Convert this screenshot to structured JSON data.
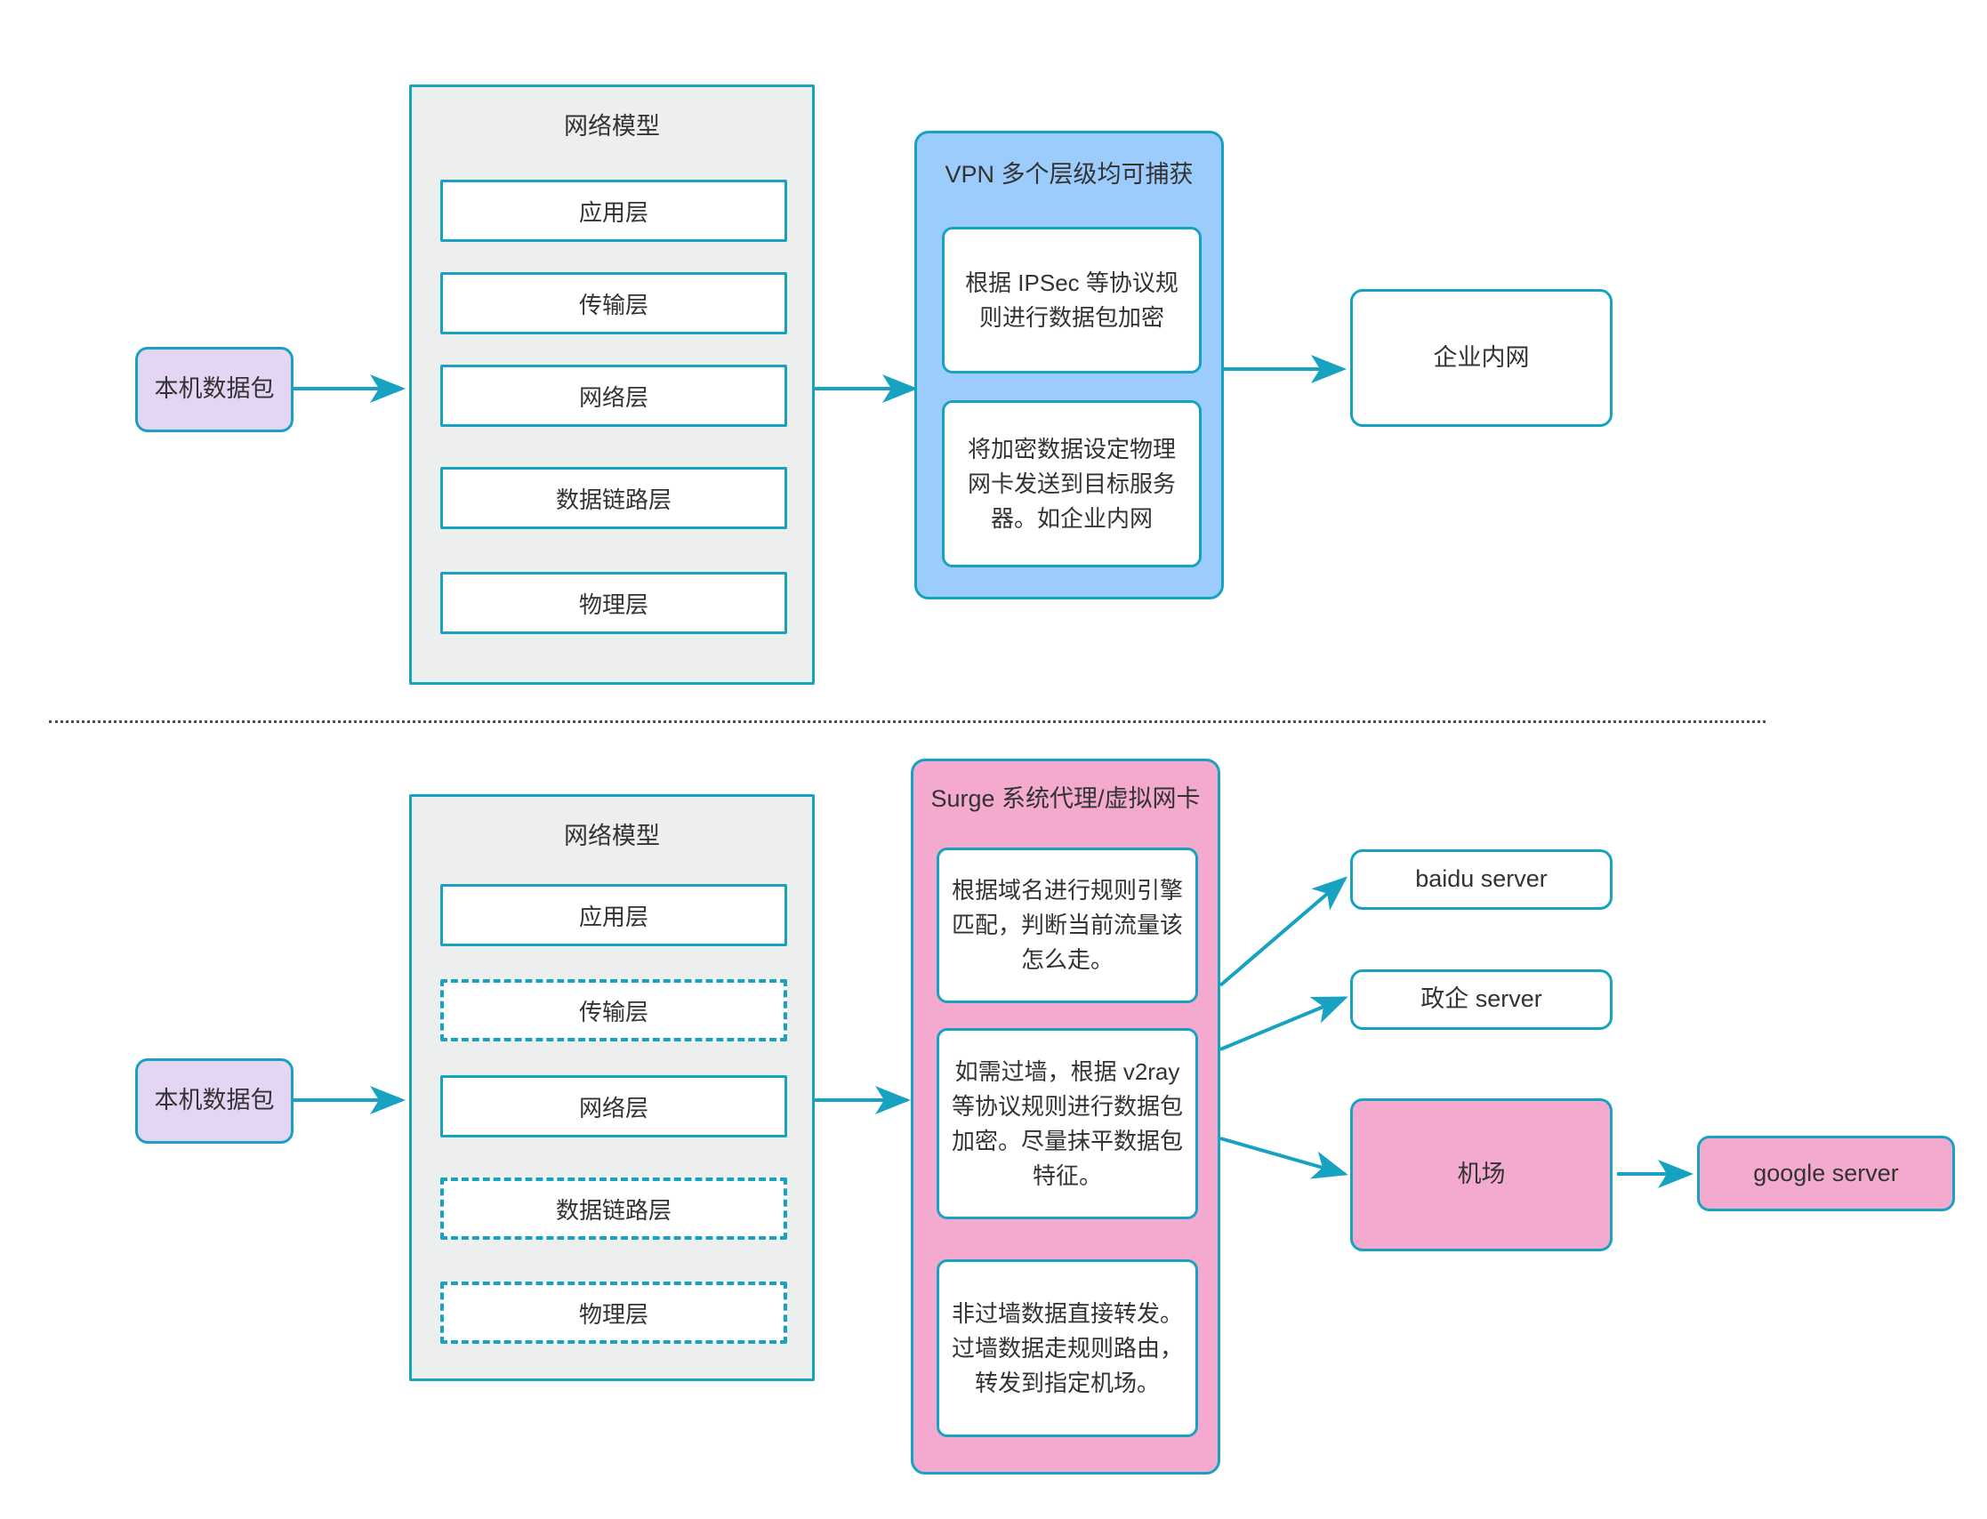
{
  "colors": {
    "accent_border": "#16A2C0",
    "group_fill": "#EDEFEE",
    "vpn_fill": "#9BCCFB",
    "surge_fill": "#F4AACE",
    "packet_fill": "#E4D5F5",
    "divider": "#4D4D4D",
    "text": "#333333"
  },
  "top_section": {
    "packet_node": {
      "label": "本机数据包"
    },
    "network_model": {
      "title": "网络模型",
      "layers": [
        {
          "label": "应用层",
          "style": "solid"
        },
        {
          "label": "传输层",
          "style": "solid"
        },
        {
          "label": "网络层",
          "style": "solid"
        },
        {
          "label": "数据链路层",
          "style": "solid"
        },
        {
          "label": "物理层",
          "style": "solid"
        }
      ]
    },
    "vpn_group": {
      "title": "VPN 多个层级均可捕获",
      "steps": [
        {
          "label": "根据 IPSec 等协议规则进行数据包加密"
        },
        {
          "label": "将加密数据设定物理网卡发送到目标服务器。如企业内网"
        }
      ]
    },
    "destination": {
      "label": "企业内网"
    }
  },
  "bottom_section": {
    "packet_node": {
      "label": "本机数据包"
    },
    "network_model": {
      "title": "网络模型",
      "layers": [
        {
          "label": "应用层",
          "style": "solid"
        },
        {
          "label": "传输层",
          "style": "dashed"
        },
        {
          "label": "网络层",
          "style": "solid"
        },
        {
          "label": "数据链路层",
          "style": "dashed"
        },
        {
          "label": "物理层",
          "style": "dashed"
        }
      ]
    },
    "surge_group": {
      "title": "Surge 系统代理/虚拟网卡",
      "steps": [
        {
          "label": "根据域名进行规则引擎匹配，判断当前流量该怎么走。"
        },
        {
          "label": "如需过墙，根据 v2ray 等协议规则进行数据包加密。尽量抹平数据包特征。"
        },
        {
          "label": "非过墙数据直接转发。过墙数据走规则路由，转发到指定机场。"
        }
      ]
    },
    "destinations": [
      {
        "label": "baidu server",
        "fill": "white"
      },
      {
        "label": "政企 server",
        "fill": "white"
      },
      {
        "label": "机场",
        "fill": "pink"
      },
      {
        "label": "google server",
        "fill": "pink"
      }
    ]
  }
}
